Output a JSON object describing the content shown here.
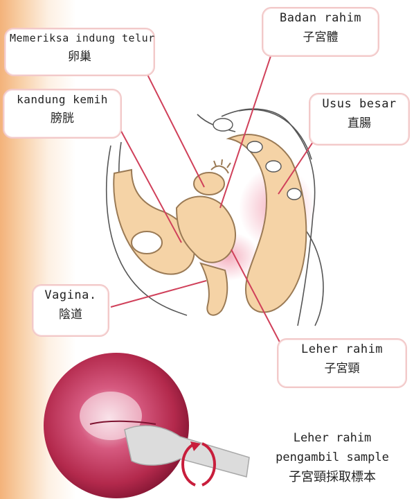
{
  "labels": {
    "ovary": {
      "latin": "Memeriksa indung telur",
      "cjk": "卵巢"
    },
    "uterus": {
      "latin": "Badan rahim",
      "cjk": "子宮體"
    },
    "bladder": {
      "latin": "kandung kemih",
      "cjk": "膀胱"
    },
    "rectum": {
      "latin": "Usus besar",
      "cjk": "直腸"
    },
    "vagina": {
      "latin": "Vagina.",
      "cjk": "陰道"
    },
    "cervix": {
      "latin": "Leher rahim",
      "cjk": "子宮頸"
    },
    "sampler": {
      "line1": "Leher rahim",
      "line2": "pengambil sample",
      "cjk": "子宮頸採取標本"
    }
  },
  "colors": {
    "organ_fill": "#f5d3a6",
    "organ_stroke": "#9a7a55",
    "leader_line": "#d0405a",
    "label_border": "#f2c9c9",
    "cervix_disc": "#b0284a",
    "spatula": "#dcdcdc",
    "arrow": "#c81e3c"
  }
}
